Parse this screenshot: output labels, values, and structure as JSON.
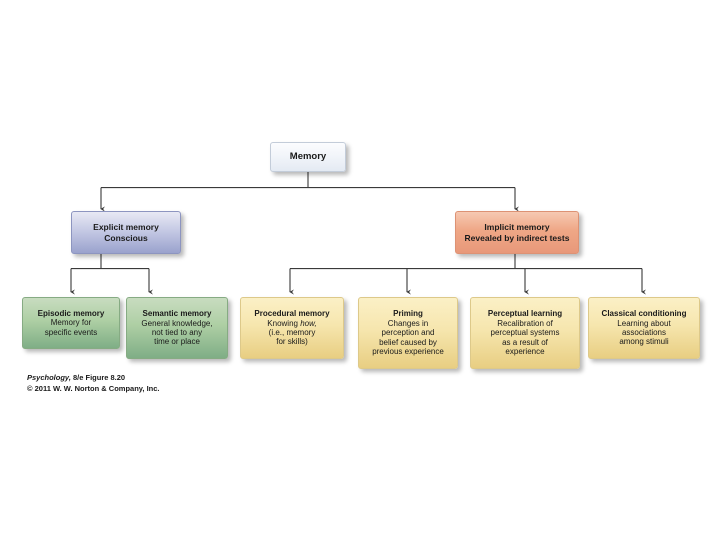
{
  "figure": {
    "caption_line1_italic": "Psychology,",
    "caption_line1_rest": " 8/e  Figure 8.20",
    "caption_line2": "© 2011 W. W. Norton & Company, Inc."
  },
  "colors": {
    "root_fill": "#eef2f8",
    "explicit_fill": "#9aa2cd",
    "implicit_fill": "#e8987a",
    "green_fill": "#7fae86",
    "yellow_fill": "#e8ce82",
    "connector": "#3a3a3a",
    "background": "#ffffff"
  },
  "diagram": {
    "type": "tree",
    "root": {
      "id": "memory",
      "title": "Memory",
      "subtitle": ""
    },
    "level2": [
      {
        "id": "explicit-memory",
        "title": "Explicit memory",
        "subtitle": "Conscious"
      },
      {
        "id": "implicit-memory",
        "title": "Implicit memory",
        "subtitle": "Revealed by indirect tests"
      }
    ],
    "level3": [
      {
        "id": "episodic-memory",
        "parent": "explicit-memory",
        "title": "Episodic memory",
        "lines": [
          "Memory for",
          "specific events"
        ]
      },
      {
        "id": "semantic-memory",
        "parent": "explicit-memory",
        "title": "Semantic memory",
        "lines": [
          "General knowledge,",
          "not tied to any",
          "time or place"
        ]
      },
      {
        "id": "procedural-memory",
        "parent": "implicit-memory",
        "title": "Procedural memory",
        "lines": [
          "Knowing how,",
          "(i.e., memory",
          "for skills)"
        ]
      },
      {
        "id": "priming",
        "parent": "implicit-memory",
        "title": "Priming",
        "lines": [
          "Changes in",
          "perception and",
          "belief caused by",
          "previous experience"
        ]
      },
      {
        "id": "perceptual-learning",
        "parent": "implicit-memory",
        "title": "Perceptual learning",
        "lines": [
          "Recalibration of",
          "perceptual systems",
          "as a result of",
          "experience"
        ]
      },
      {
        "id": "classical-conditioning",
        "parent": "implicit-memory",
        "title": "Classical conditioning",
        "lines": [
          "Learning about",
          "associations",
          "among stimuli"
        ]
      }
    ]
  }
}
